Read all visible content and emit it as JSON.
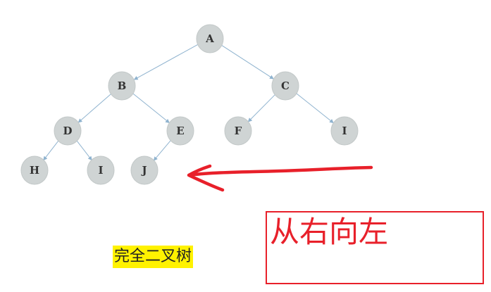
{
  "tree": {
    "nodes": [
      {
        "id": "A",
        "label": "A",
        "parent": null
      },
      {
        "id": "B",
        "label": "B",
        "parent": "A"
      },
      {
        "id": "C",
        "label": "C",
        "parent": "A"
      },
      {
        "id": "D",
        "label": "D",
        "parent": "B"
      },
      {
        "id": "E",
        "label": "E",
        "parent": "B"
      },
      {
        "id": "F",
        "label": "F",
        "parent": "C"
      },
      {
        "id": "I2",
        "label": "I",
        "parent": "C"
      },
      {
        "id": "H",
        "label": "H",
        "parent": "D"
      },
      {
        "id": "I1",
        "label": "I",
        "parent": "D"
      },
      {
        "id": "J",
        "label": "J",
        "parent": "E"
      }
    ],
    "node_color": "#cfd4d4",
    "edge_color": "#8fb3cf"
  },
  "caption": {
    "text": "完全二叉树",
    "highlight_color": "#fff200"
  },
  "annotation": {
    "text": "从右向左",
    "color": "#e8202a"
  }
}
